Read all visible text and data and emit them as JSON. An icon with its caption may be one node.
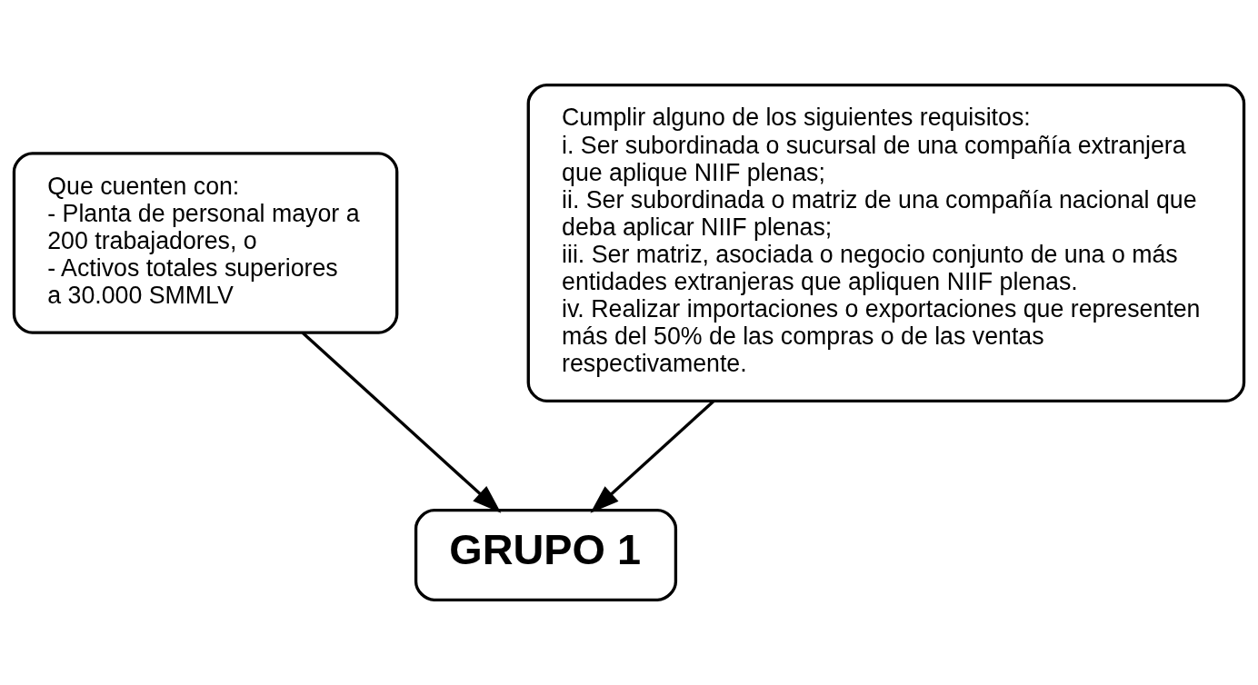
{
  "diagram": {
    "nodes": [
      {
        "text": [
          "Que cuenten con:",
          "- Planta de personal mayor a 200 trabajadores, o",
          "- Activos totales superiores a 30.000 SMMLV"
        ]
      },
      {
        "text": [
          "GRUPO 1"
        ]
      },
      {
        "text": [
          "Cumplir alguno de los siguientes requisitos:",
          "i. Ser subordinada o sucursal de una compañía extranjera que aplique NIIF plenas;",
          "ii. Ser subordinada o matriz de una compañía nacional que deba aplicar NIIF plenas;",
          "iii. Ser matriz, asociada o negocio conjunto de una o más entidades extranjeras que apliquen NIIF plenas.",
          "iv. Realizar importaciones o exportaciones que representen más del 50% de las compras o de las ventas respectivamente."
        ]
      }
    ],
    "edges": [
      {
        "from": 0,
        "to": 1,
        "arrow": "to"
      },
      {
        "from": 2,
        "to": 1,
        "arrow": "to"
      }
    ]
  }
}
